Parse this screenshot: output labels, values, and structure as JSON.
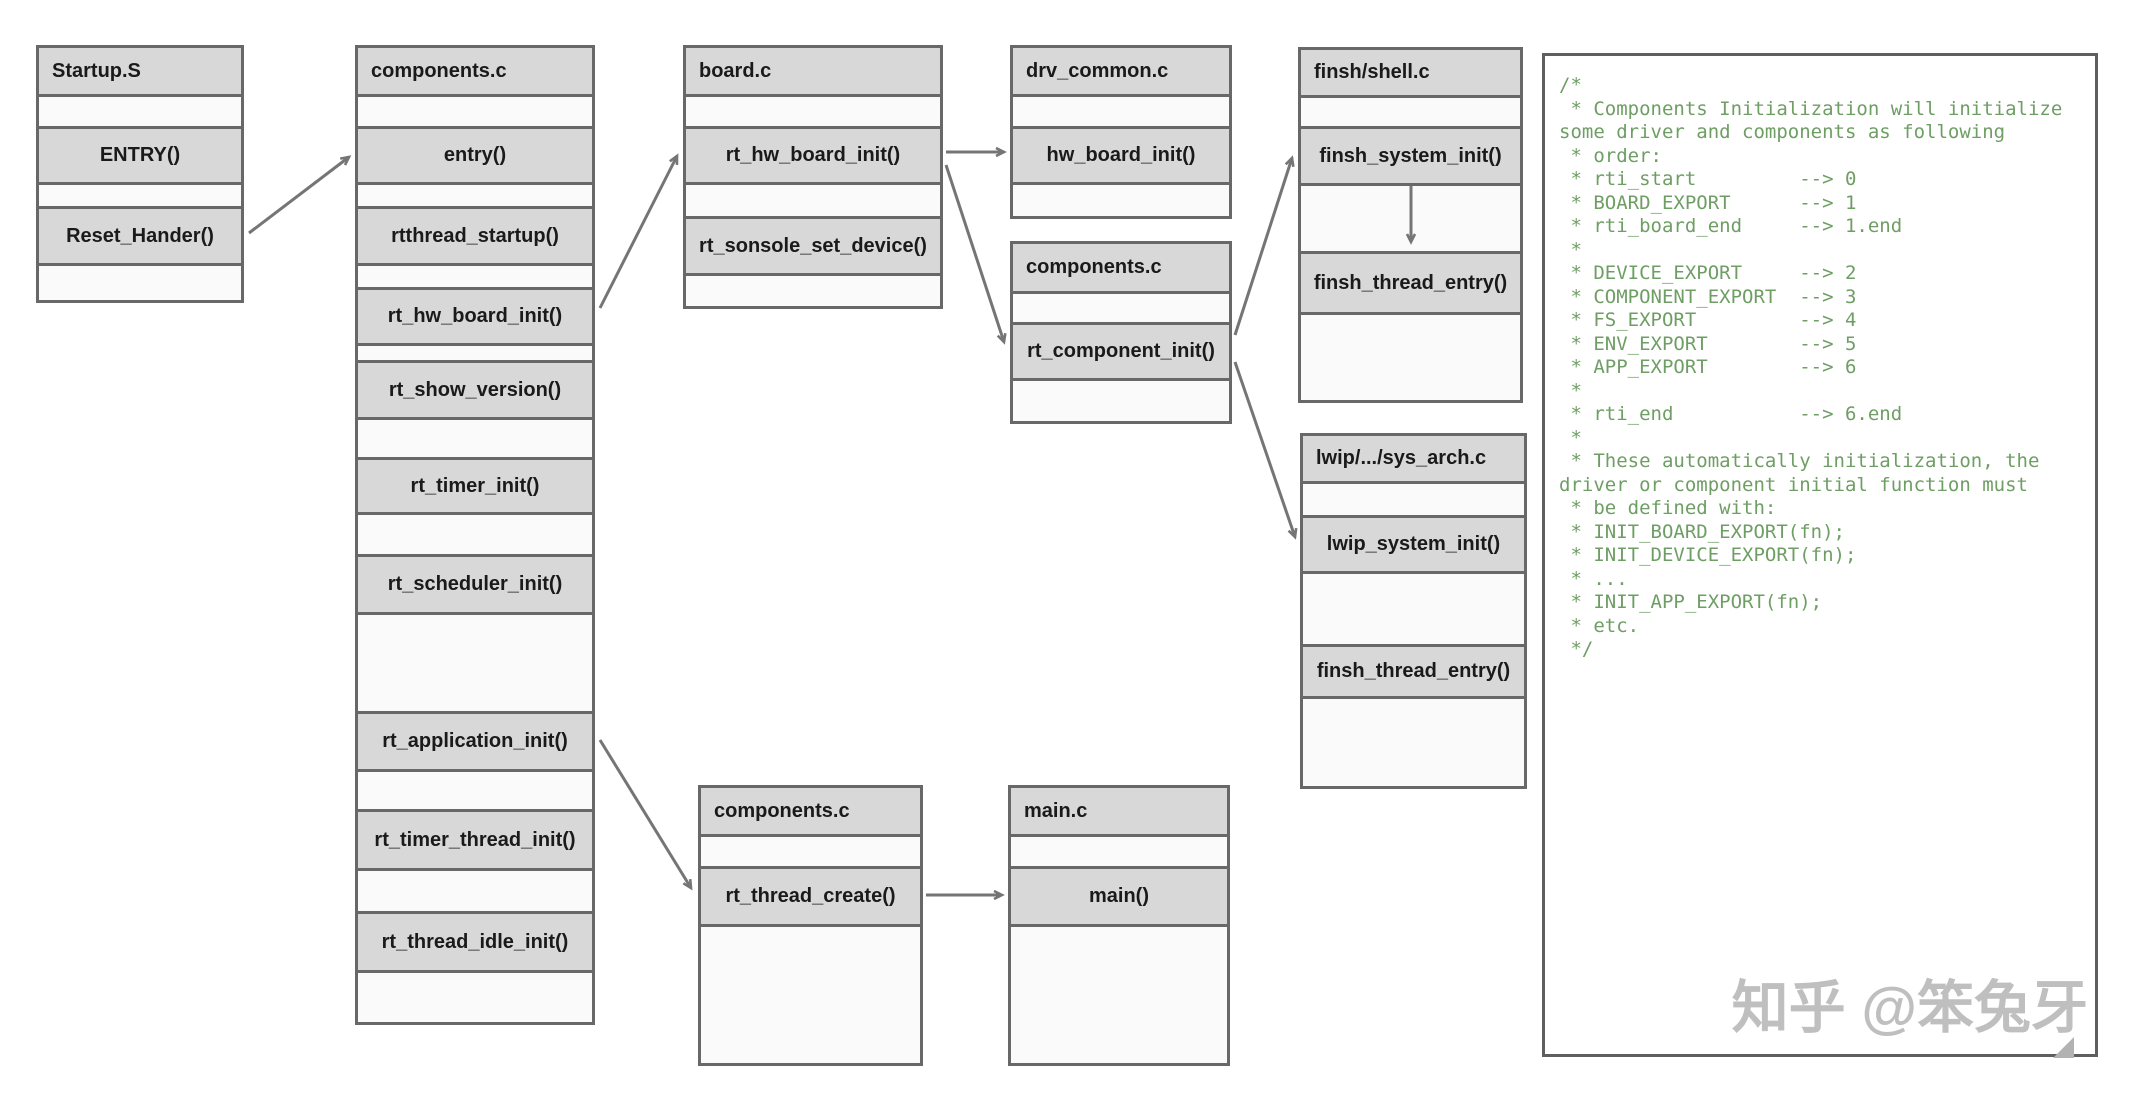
{
  "boxes": {
    "startup": {
      "file": "Startup.S",
      "functions": [
        "ENTRY()",
        "Reset_Hander()"
      ]
    },
    "components_main": {
      "file": "components.c",
      "functions": [
        "entry()",
        "rtthread_startup()",
        "rt_hw_board_init()",
        "rt_show_version()",
        "rt_timer_init()",
        "rt_scheduler_init()",
        "rt_application_init()",
        "rt_timer_thread_init()",
        "rt_thread_idle_init()"
      ]
    },
    "board": {
      "file": "board.c",
      "functions": [
        "rt_hw_board_init()",
        "rt_sonsole_set_device()"
      ]
    },
    "drv_common": {
      "file": "drv_common.c",
      "functions": [
        "hw_board_init()"
      ]
    },
    "components_init": {
      "file": "components.c",
      "functions": [
        "rt_component_init()"
      ]
    },
    "finsh_shell": {
      "file": "finsh/shell.c",
      "functions": [
        "finsh_system_init()",
        "finsh_thread_entry()"
      ]
    },
    "lwip_sys_arch": {
      "file": "lwip/.../sys_arch.c",
      "functions": [
        "lwip_system_init()",
        "finsh_thread_entry()"
      ]
    },
    "components_thread": {
      "file": "components.c",
      "functions": [
        "rt_thread_create()"
      ]
    },
    "main": {
      "file": "main.c",
      "functions": [
        "main()"
      ]
    }
  },
  "code_panel": {
    "lines": [
      "/*",
      " * Components Initialization will initialize",
      "some driver and components as following",
      " * order:",
      " * rti_start         --> 0",
      " * BOARD_EXPORT      --> 1",
      " * rti_board_end     --> 1.end",
      " *",
      " * DEVICE_EXPORT     --> 2",
      " * COMPONENT_EXPORT  --> 3",
      " * FS_EXPORT         --> 4",
      " * ENV_EXPORT        --> 5",
      " * APP_EXPORT        --> 6",
      " *",
      " * rti_end           --> 6.end",
      " *",
      " * These automatically initialization, the",
      "driver or component initial function must",
      " * be defined with:",
      " * INIT_BOARD_EXPORT(fn);",
      " * INIT_DEVICE_EXPORT(fn);",
      " * ...",
      " * INIT_APP_EXPORT(fn);",
      " * etc.",
      " */"
    ]
  },
  "watermark": {
    "text": "知乎 @笨兔牙"
  },
  "colors": {
    "row_fill": "#d8d8d8",
    "empty_fill": "#fafafa",
    "border": "#686868",
    "arrow": "#757575",
    "code_text": "#6e9e64",
    "watermark": "#bfbfbf"
  }
}
